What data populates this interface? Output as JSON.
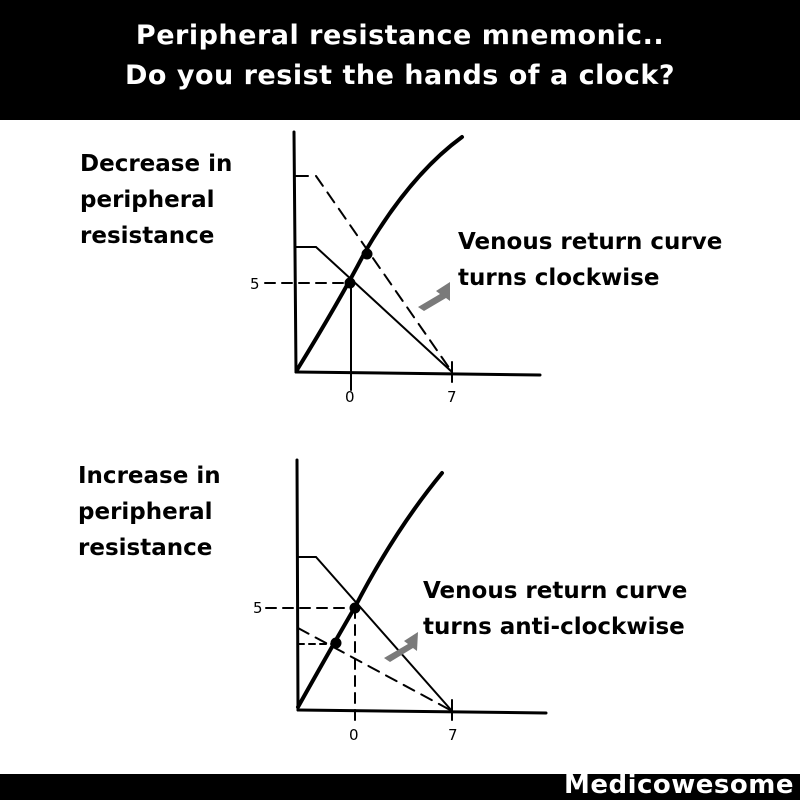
{
  "header": {
    "line1": "Peripheral resistance mnemonic..",
    "line2": "Do you resist the hands of a clock?"
  },
  "panels": [
    {
      "label_lines": [
        "Decrease in",
        "peripheral",
        "resistance"
      ],
      "note_lines": [
        "Venous return curve",
        "turns clockwise"
      ],
      "y_tick": "5",
      "x_ticks": [
        "0",
        "7"
      ]
    },
    {
      "label_lines": [
        "Increase in",
        "peripheral",
        "resistance"
      ],
      "note_lines": [
        "Venous return curve",
        "turns anti-clockwise"
      ],
      "y_tick": "5",
      "x_ticks": [
        "0",
        "7"
      ]
    }
  ],
  "footer": {
    "brand": "Medicowesome"
  },
  "colors": {
    "header_bg": "#000000",
    "header_text": "#ffffff",
    "arrow": "#7a7a7a"
  },
  "icons": {
    "pointer": "arrow-icon"
  }
}
